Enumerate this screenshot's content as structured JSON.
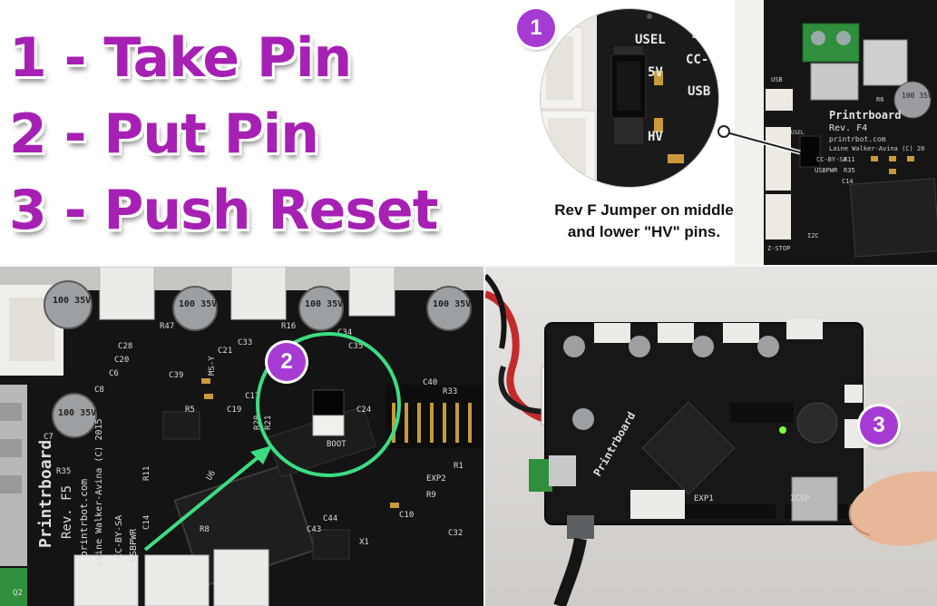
{
  "steps": [
    "1 - Take Pin",
    "2 - Put Pin",
    "3 - Push Reset"
  ],
  "callout": {
    "badge": "1",
    "caption_line1": "Rev F Jumper on middle",
    "caption_line2": "and lower \"HV\" pins."
  },
  "zoom_labels": {
    "usel": "USEL",
    "v5": "5V",
    "hv": "HV",
    "usb": "USB",
    "cc": "CC-",
    "la": "La"
  },
  "rev_f_board": {
    "brand": "Printrboard",
    "rev": "Rev. F4",
    "site": "printrbot.com",
    "author": "Laine Walker-Avina (C) 20",
    "license": "CC-BY-SA",
    "usbpwr": "USBPWR",
    "usb": "USB",
    "i2c": "I2C",
    "zstop": "Z-STOP",
    "usel": "USEL",
    "cap": "100 35V",
    "r6": "R6",
    "r11": "R11",
    "r35": "R35",
    "c14": "C14"
  },
  "left_board": {
    "badge": "2",
    "brand": "Printrboard",
    "rev": "Rev. F5",
    "site": "printrbot.com",
    "author": "Laine Walker-Avina (C) 2015",
    "license": "CC-BY-SA",
    "usbpwr": "USBPWR",
    "ms": "MS-Y",
    "boot": "BOOT",
    "exp2": "EXP2",
    "labels": [
      "C28",
      "C20",
      "R47",
      "C21",
      "C33",
      "R16",
      "C34",
      "C35",
      "C6",
      "C39",
      "C19",
      "C17",
      "R20",
      "R21",
      "C24",
      "C40",
      "R33",
      "R5",
      "C8",
      "C7",
      "R35",
      "C14",
      "R11",
      "R9",
      "C10",
      "C32",
      "C43",
      "C44",
      "X1",
      "R1",
      "R8",
      "U6",
      "Q2"
    ],
    "caps": [
      "100 35V",
      "100 35V",
      "100 35V",
      "100 35V",
      "100 35V"
    ]
  },
  "right_board": {
    "badge": "3",
    "brand": "Printrboard",
    "exp1": "EXP1",
    "icsp": "ICSP"
  },
  "colors": {
    "purple_text": "#a620b4",
    "badge": "#a63bd4",
    "circle_green": "#3ddc84",
    "pcb": "#161616"
  }
}
